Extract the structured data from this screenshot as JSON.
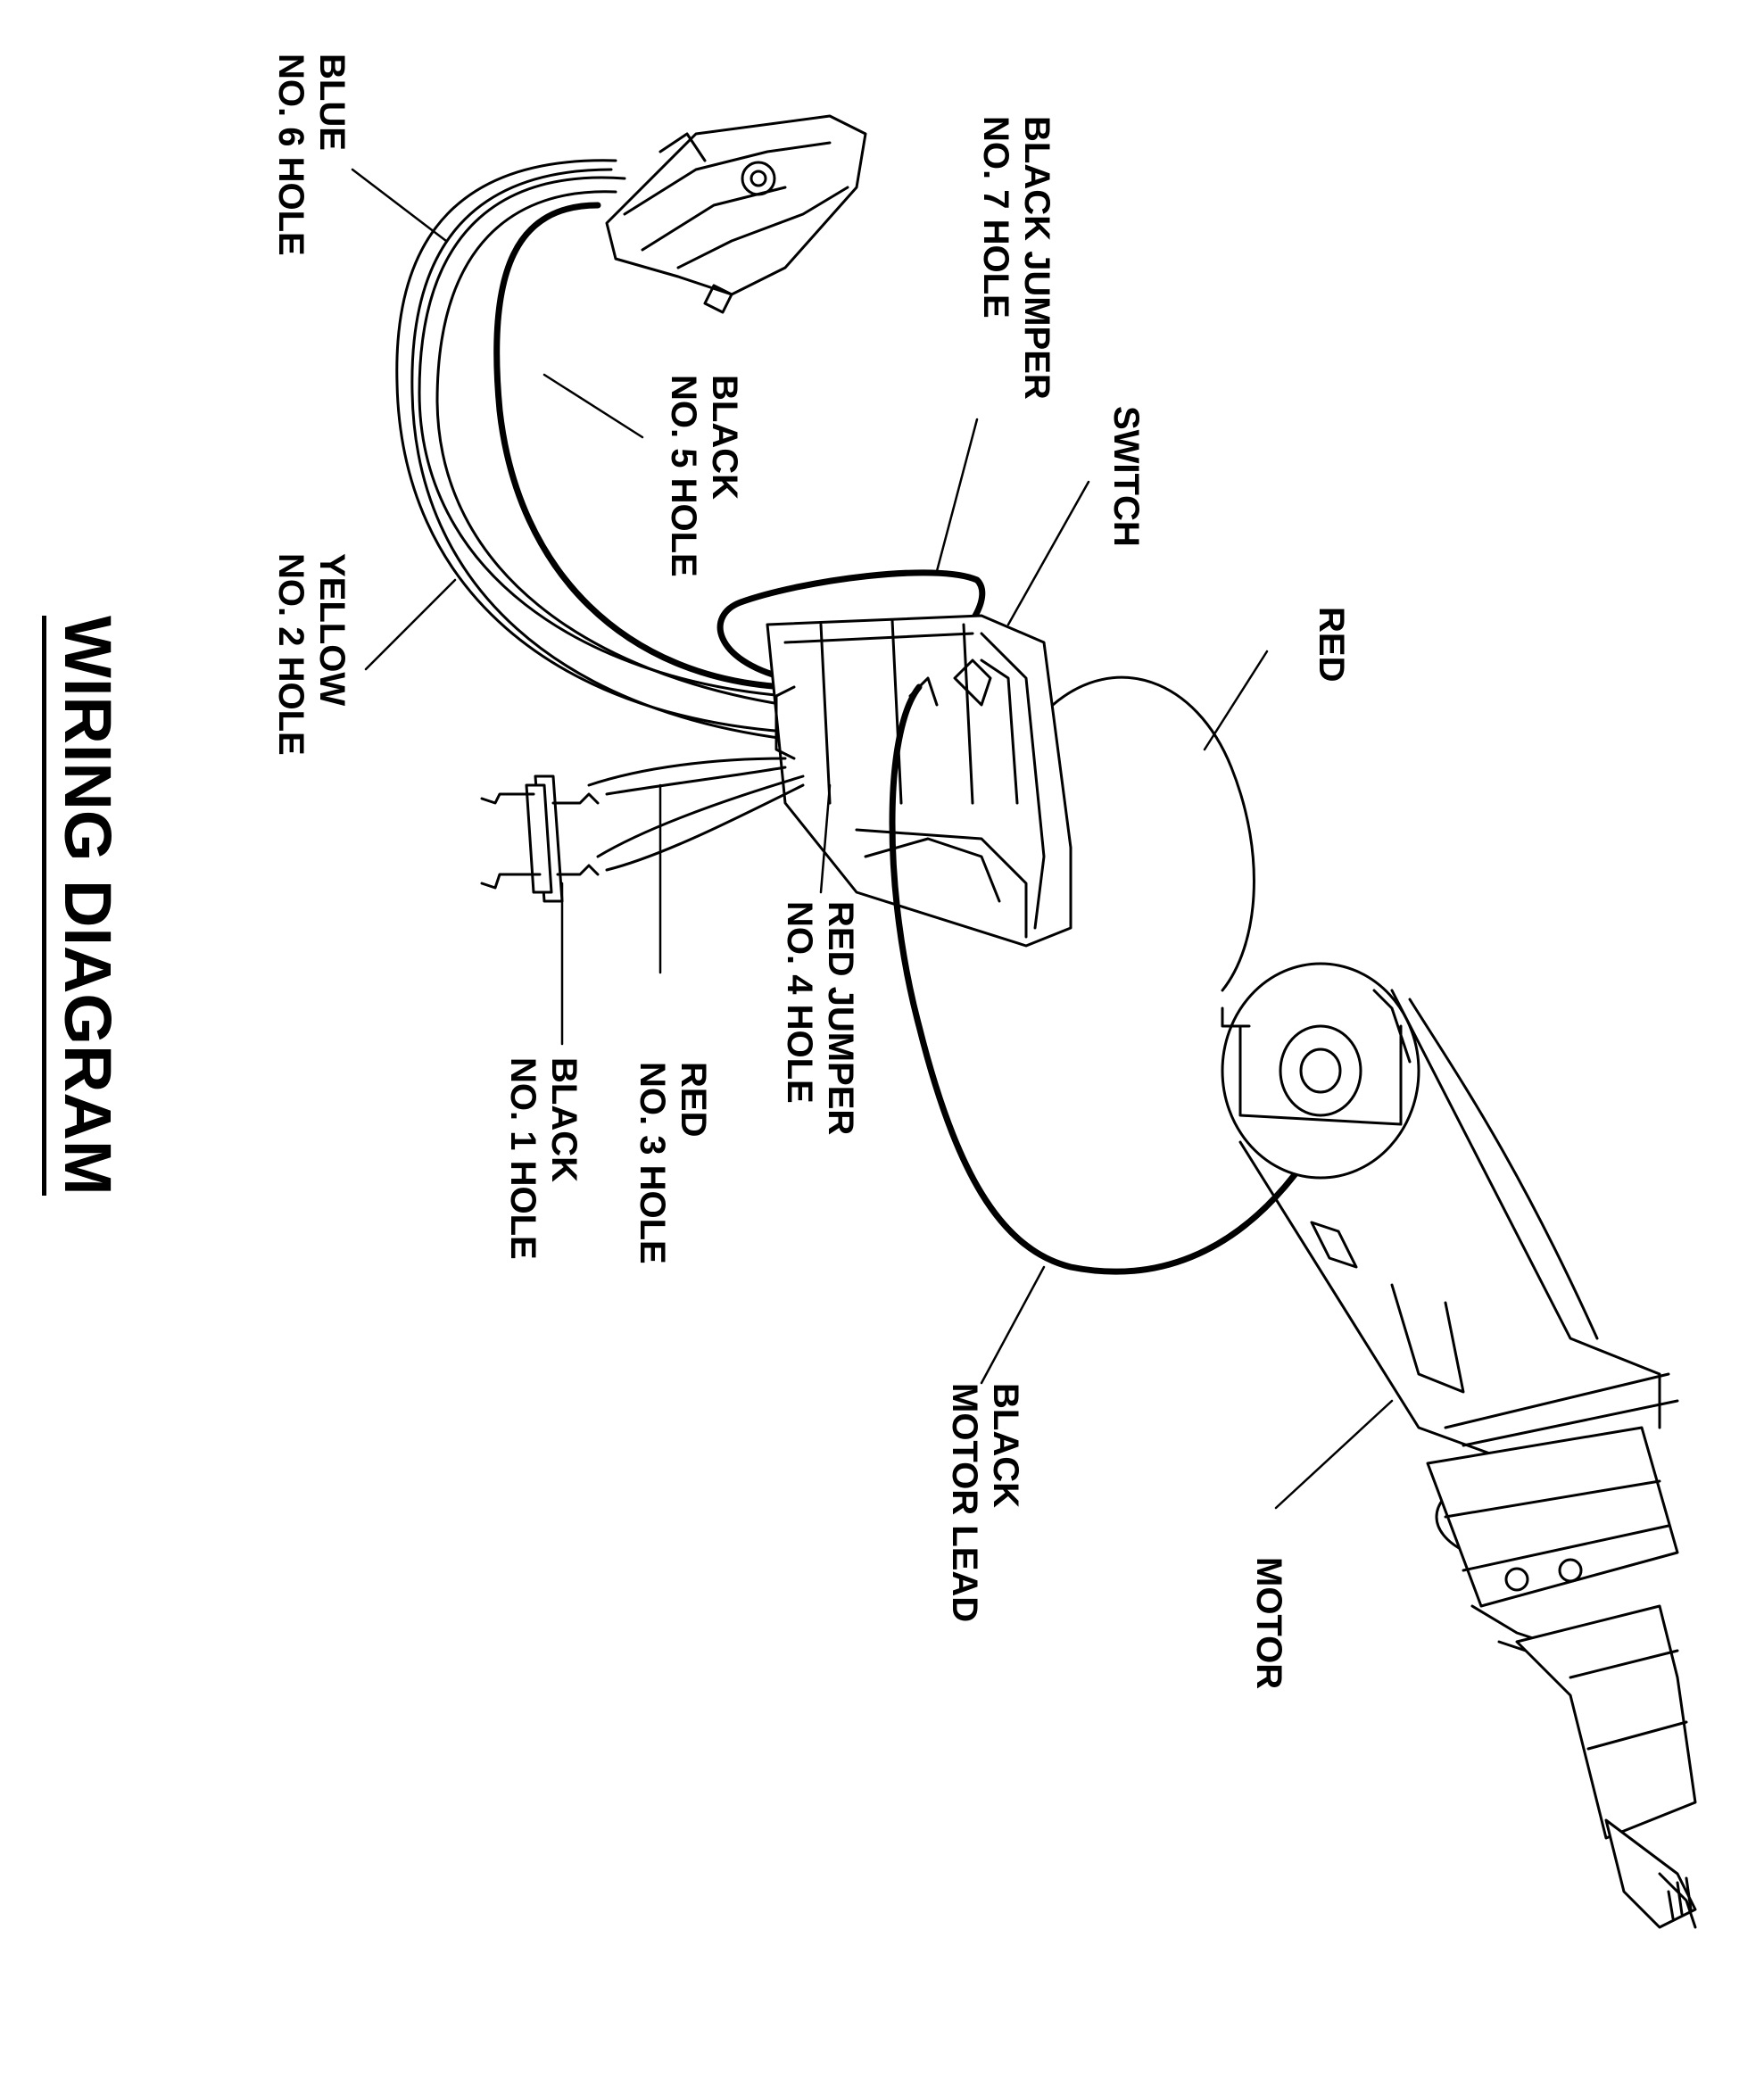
{
  "title": "WIRING DIAGRAM",
  "labels": {
    "blue": {
      "l1": "BLUE",
      "l2": "NO. 6 HOLE"
    },
    "black_jumper": {
      "l1": "BLACK JUMPER",
      "l2": "NO. 7 HOLE"
    },
    "switch": {
      "l1": "SWITCH"
    },
    "red_motor": {
      "l1": "RED"
    },
    "black_5": {
      "l1": "BLACK",
      "l2": "NO. 5 HOLE"
    },
    "yellow": {
      "l1": "YELLOW",
      "l2": "NO. 2 HOLE"
    },
    "red_jumper": {
      "l1": "RED JUMPER",
      "l2": "NO. 4 HOLE"
    },
    "red_3": {
      "l1": "RED",
      "l2": "NO. 3 HOLE"
    },
    "black_1": {
      "l1": "BLACK",
      "l2": "NO. 1 HOLE"
    },
    "black_motor_lead": {
      "l1": "BLACK",
      "l2": "MOTOR LEAD"
    },
    "motor": {
      "l1": "MOTOR"
    }
  }
}
